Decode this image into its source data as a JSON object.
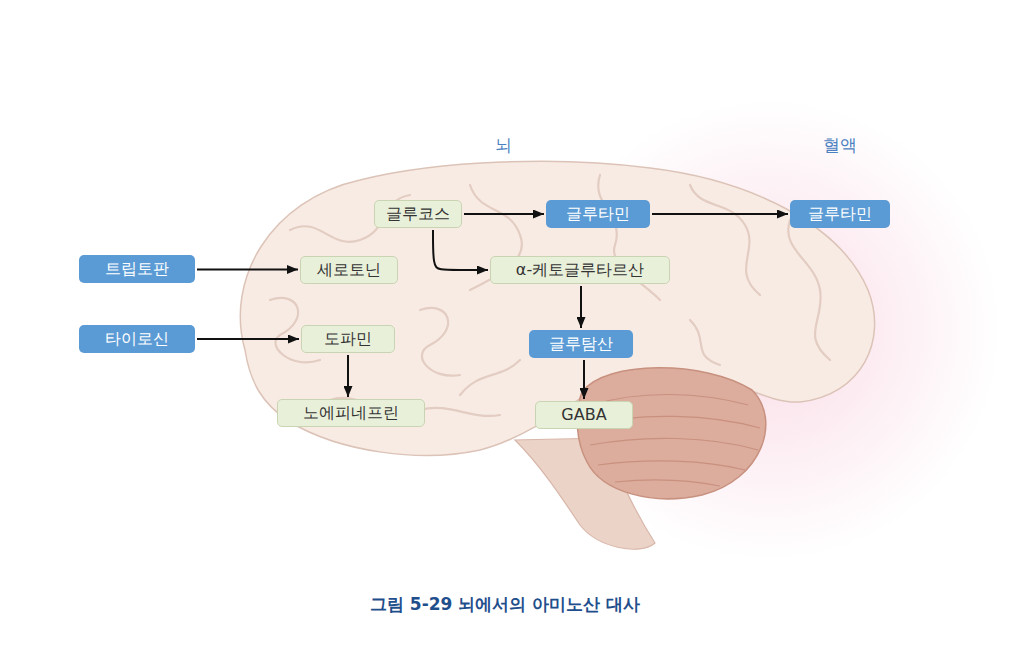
{
  "diagram": {
    "caption": "그림 5-29 뇌에서의 아미노산 대사",
    "nodes": [
      {
        "text": [
          "글루코스"
        ]
      },
      {
        "text": [
          "글루타민"
        ]
      },
      {
        "text": [
          "글루타민"
        ]
      },
      {
        "text": [
          "트립토판"
        ]
      },
      {
        "text": [
          "세로토닌"
        ]
      },
      {
        "text": [
          "α-케토글루타르산"
        ]
      },
      {
        "text": [
          "타이로신"
        ]
      },
      {
        "text": [
          "도파민"
        ]
      },
      {
        "text": [
          "글루탐산"
        ]
      },
      {
        "text": [
          "노에피네프린"
        ]
      },
      {
        "text": [
          "GABA"
        ]
      }
    ],
    "edges": [
      {
        "from": 0,
        "to": 1,
        "arrow": "to"
      },
      {
        "from": 1,
        "to": 2,
        "arrow": "to"
      },
      {
        "from": 3,
        "to": 4,
        "arrow": "to"
      },
      {
        "from": 0,
        "to": 5,
        "arrow": "to"
      },
      {
        "from": 6,
        "to": 7,
        "arrow": "to"
      },
      {
        "from": 7,
        "to": 9,
        "arrow": "to"
      },
      {
        "from": 5,
        "to": 8,
        "arrow": "to"
      },
      {
        "from": 8,
        "to": 10,
        "arrow": "to"
      }
    ],
    "labels": [
      "뇌",
      "혈액"
    ]
  }
}
